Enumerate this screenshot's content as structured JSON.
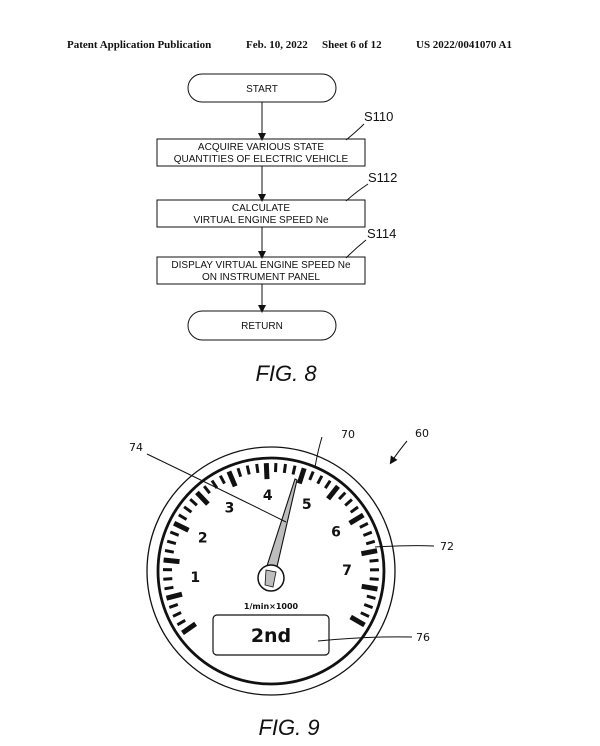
{
  "header": {
    "publication": "Patent Application Publication",
    "date": "Feb. 10, 2022",
    "sheet": "Sheet 6 of 12",
    "number": "US 2022/0041070 A1"
  },
  "fig8": {
    "caption": "FIG. 8",
    "start": "START",
    "ret": "RETURN",
    "steps": [
      {
        "id": "S110",
        "line1": "ACQUIRE VARIOUS STATE",
        "line2": "QUANTITIES OF ELECTRIC VEHICLE"
      },
      {
        "id": "S112",
        "line1": "CALCULATE",
        "line2": "VIRTUAL ENGINE SPEED Ne"
      },
      {
        "id": "S114",
        "line1": "DISPLAY VIRTUAL ENGINE SPEED Ne",
        "line2": "ON INSTRUMENT PANEL"
      }
    ]
  },
  "fig9": {
    "caption": "FIG. 9",
    "refs": {
      "tachometer": "70",
      "device": "60",
      "needle": "74",
      "scale": "72",
      "gear_display": "76"
    },
    "dial_numbers": [
      "1",
      "2",
      "3",
      "4",
      "5",
      "6",
      "7"
    ],
    "unit": "1/min×1000",
    "gear": "2nd"
  }
}
